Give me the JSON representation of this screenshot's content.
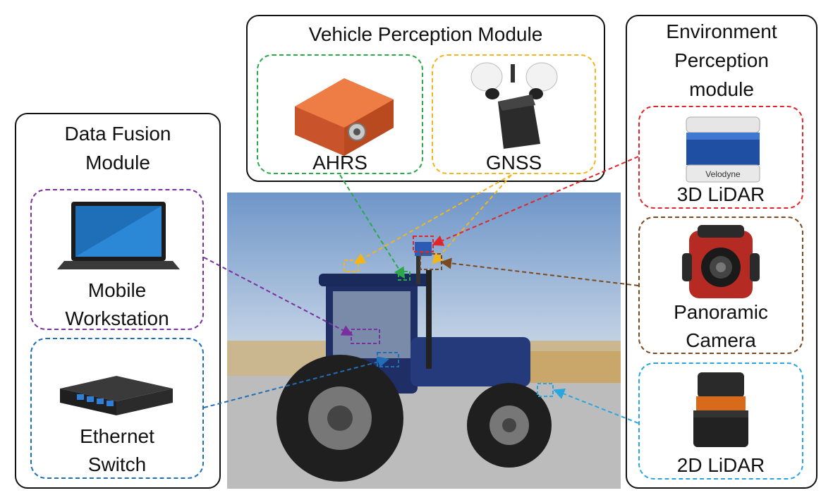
{
  "modules": {
    "vehicle": {
      "title": "Vehicle Perception Module"
    },
    "environment": {
      "title_line1": "Environment",
      "title_line2": "Perception",
      "title_line3": "module"
    },
    "fusion": {
      "title_line1": "Data Fusion",
      "title_line2": "Module"
    }
  },
  "sensors": {
    "ahrs": {
      "label": "AHRS",
      "color": "#2aa84a"
    },
    "gnss": {
      "label": "GNSS",
      "color": "#f2b61b"
    },
    "lidar3d": {
      "label": "3D LiDAR",
      "color": "#e0262b"
    },
    "panoramic": {
      "label_line1": "Panoramic",
      "label_line2": "Camera",
      "color": "#7a4a1e"
    },
    "lidar2d": {
      "label": "2D LiDAR",
      "color": "#2aa6de"
    },
    "workstation": {
      "label_line1": "Mobile",
      "label_line2": "Workstation",
      "color": "#7a2fa0"
    },
    "switch": {
      "label_line1": "Ethernet",
      "label_line2": "Switch",
      "color": "#1f6fb8"
    }
  },
  "devices": {
    "lidar3d_brand": "Velodyne"
  }
}
